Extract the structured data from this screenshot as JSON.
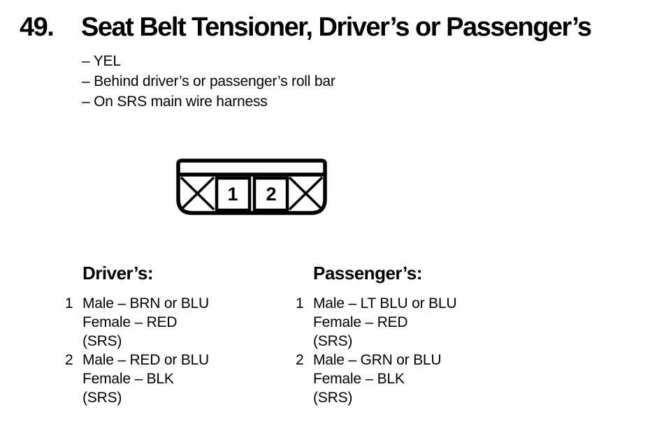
{
  "page": {
    "item_number": "49.",
    "title": "Seat Belt Tensioner, Driver’s or Passenger’s"
  },
  "notes": [
    "– YEL",
    "– Behind driver’s or passenger’s roll bar",
    "– On SRS main wire harness"
  ],
  "connector": {
    "cavity_labels": [
      "1",
      "2"
    ]
  },
  "columns": {
    "driver": {
      "header": "Driver’s:",
      "pins": [
        {
          "number": "1",
          "lines": [
            "Male – BRN or BLU",
            "Female – RED",
            "(SRS)"
          ]
        },
        {
          "number": "2",
          "lines": [
            "Male – RED or BLU",
            "Female – BLK",
            "(SRS)"
          ]
        }
      ]
    },
    "passenger": {
      "header": "Passenger’s:",
      "pins": [
        {
          "number": "1",
          "lines": [
            "Male – LT BLU or BLU",
            "Female – RED",
            "(SRS)"
          ]
        },
        {
          "number": "2",
          "lines": [
            "Male – GRN or BLU",
            "Female – BLK",
            "(SRS)"
          ]
        }
      ]
    }
  },
  "colors": {
    "ink": "#000000",
    "paper": "#ffffff"
  }
}
